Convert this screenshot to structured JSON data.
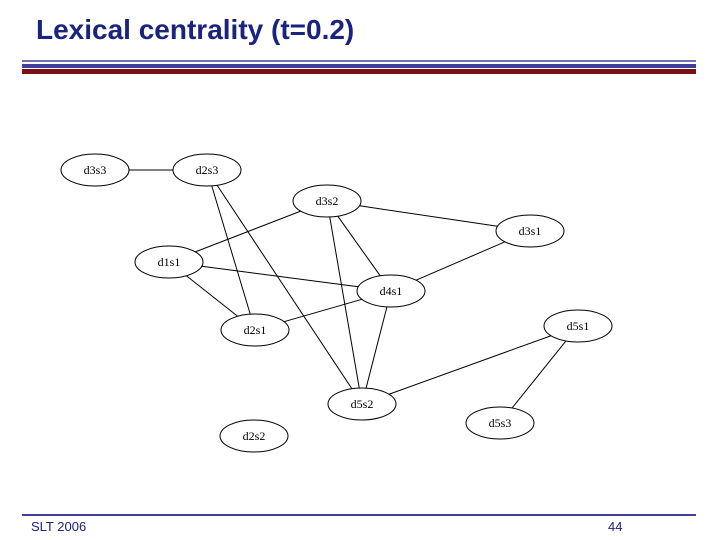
{
  "slide": {
    "title": "Lexical centrality (t=0.2)",
    "footer_left": "SLT 2006",
    "page_number": "44"
  },
  "graph": {
    "nodes": [
      {
        "id": "d3s3",
        "label": "d3s3"
      },
      {
        "id": "d2s3",
        "label": "d2s3"
      },
      {
        "id": "d3s2",
        "label": "d3s2"
      },
      {
        "id": "d3s1",
        "label": "d3s1"
      },
      {
        "id": "d1s1",
        "label": "d1s1"
      },
      {
        "id": "d4s1",
        "label": "d4s1"
      },
      {
        "id": "d5s1",
        "label": "d5s1"
      },
      {
        "id": "d2s1",
        "label": "d2s1"
      },
      {
        "id": "d5s2",
        "label": "d5s2"
      },
      {
        "id": "d2s2",
        "label": "d2s2"
      },
      {
        "id": "d5s3",
        "label": "d5s3"
      }
    ],
    "edges": [
      [
        "d3s3",
        "d2s3"
      ],
      [
        "d3s2",
        "d3s1"
      ],
      [
        "d3s2",
        "d1s1"
      ],
      [
        "d3s2",
        "d4s1"
      ],
      [
        "d3s2",
        "d5s2"
      ],
      [
        "d2s3",
        "d2s1"
      ],
      [
        "d2s3",
        "d5s2"
      ],
      [
        "d1s1",
        "d4s1"
      ],
      [
        "d1s1",
        "d2s1"
      ],
      [
        "d3s1",
        "d4s1"
      ],
      [
        "d4s1",
        "d2s1"
      ],
      [
        "d4s1",
        "d5s2"
      ],
      [
        "d5s1",
        "d5s2"
      ],
      [
        "d5s1",
        "d5s3"
      ]
    ]
  }
}
